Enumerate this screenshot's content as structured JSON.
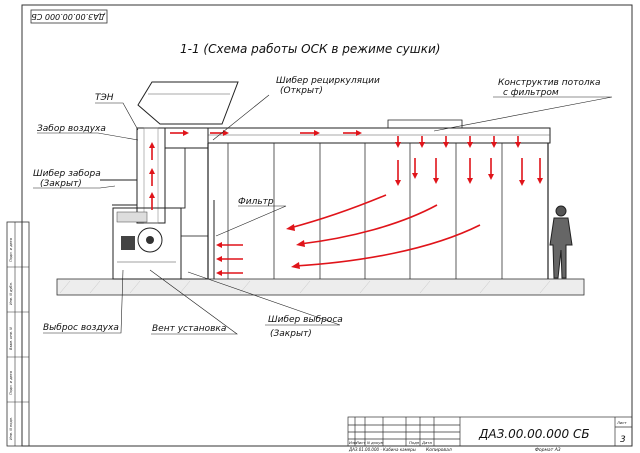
{
  "doc_code_stamp": "ДАЗ.00.00.000 СБ",
  "title": "1-1 (Схема работы ОСК в режиме сушки)",
  "labels": {
    "ten": "ТЭН",
    "air_intake": "Забор воздуха",
    "intake_damper": "Шибер забора",
    "intake_damper_state": "(Закрыт)",
    "recirc_damper": "Шибер рециркуляции",
    "recirc_damper_state": "(Открыт)",
    "ceiling_design": "Конструктив потолка",
    "ceiling_design_2": "с фильтром",
    "filter": "Фильтр",
    "air_exhaust": "Выброс воздуха",
    "vent_unit": "Вент установка",
    "exhaust_damper": "Шибер выброса",
    "exhaust_damper_state": "(Закрыт)"
  },
  "title_block": {
    "code": "ДАЗ.00.00.000 СБ",
    "sheet_label": "Лист",
    "sheet_number": "3",
    "columns": [
      "Изм",
      "Лист",
      "N докум",
      "Подп",
      "Дата"
    ],
    "bottom_note": "ДАЗ.01.00.000 - Кабина камеры",
    "copied": "Копировал",
    "format": "Формат А3"
  },
  "side_stamp": [
    "Инв. N подл.",
    "Подп. и дата",
    "Взам. инв. N",
    "Инв. N дубл.",
    "Подп. и дата"
  ],
  "colors": {
    "arrow": "#e0141a",
    "ink": "#222222",
    "floor_hatch": "#eeeeee"
  }
}
